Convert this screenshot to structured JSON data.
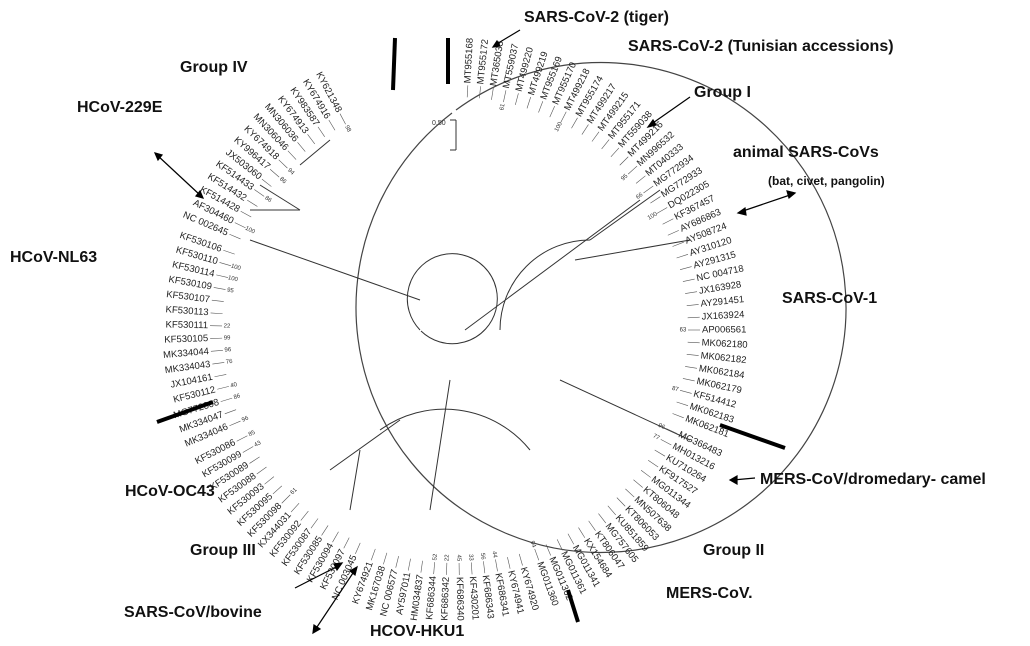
{
  "figure": {
    "scale_bar_label": "0.50"
  },
  "labels": {
    "sars_cov2_tiger": "SARS-CoV-2 (tiger)",
    "sars_cov2_tunisian": "SARS-CoV-2 (Tunisian accessions)",
    "group_1": "Group I",
    "animal_sars": "animal SARS-CoVs",
    "animal_sars_hosts": "(bat, civet, pangolin)",
    "sars_cov1": "SARS-CoV-1",
    "mers_camel": "MERS-CoV/dromedary- camel",
    "group_2": "Group II",
    "mers": "MERS-CoV.",
    "hcov_hku1": "HCOV-HKU1",
    "sars_bovine": "SARS-CoV/bovine",
    "group_3": "Group III",
    "hcov_oc43": "HCoV-OC43",
    "hcov_nl63": "HCoV-NL63",
    "hcov_229e": "HCoV-229E",
    "group_4": "Group IV"
  },
  "leaves": [
    {
      "name": "MT955168",
      "angle": -87,
      "boot": ""
    },
    {
      "name": "MT955172",
      "angle": -84,
      "boot": ""
    },
    {
      "name": "MT365033",
      "angle": -81,
      "boot": ""
    },
    {
      "name": "MT559037",
      "angle": -78,
      "boot": "61"
    },
    {
      "name": "MT499220",
      "angle": -75,
      "boot": ""
    },
    {
      "name": "MT499219",
      "angle": -72,
      "boot": ""
    },
    {
      "name": "MT955169",
      "angle": -69,
      "boot": ""
    },
    {
      "name": "MT955170",
      "angle": -66,
      "boot": ""
    },
    {
      "name": "MT499218",
      "angle": -63,
      "boot": "100"
    },
    {
      "name": "MT955174",
      "angle": -60,
      "boot": ""
    },
    {
      "name": "MT499217",
      "angle": -57,
      "boot": ""
    },
    {
      "name": "MT499215",
      "angle": -54,
      "boot": ""
    },
    {
      "name": "MT955171",
      "angle": -51,
      "boot": ""
    },
    {
      "name": "MT559038",
      "angle": -48,
      "boot": ""
    },
    {
      "name": "MT499216",
      "angle": -45,
      "boot": ""
    },
    {
      "name": "MN996532",
      "angle": -42,
      "boot": "95"
    },
    {
      "name": "MT040333",
      "angle": -39,
      "boot": ""
    },
    {
      "name": "MG772934",
      "angle": -36,
      "boot": "66"
    },
    {
      "name": "MG772933",
      "angle": -33,
      "boot": ""
    },
    {
      "name": "DQ022305",
      "angle": -30,
      "boot": "100"
    },
    {
      "name": "KF367457",
      "angle": -27,
      "boot": ""
    },
    {
      "name": "AY686863",
      "angle": -24,
      "boot": ""
    },
    {
      "name": "AY508724",
      "angle": -21,
      "boot": ""
    },
    {
      "name": "AY310120",
      "angle": -18,
      "boot": ""
    },
    {
      "name": "AY291315",
      "angle": -15,
      "boot": ""
    },
    {
      "name": "NC 004718",
      "angle": -12,
      "boot": ""
    },
    {
      "name": "JX163928",
      "angle": -9,
      "boot": ""
    },
    {
      "name": "AY291451",
      "angle": -6,
      "boot": ""
    },
    {
      "name": "JX163924",
      "angle": -3,
      "boot": ""
    },
    {
      "name": "AP006561",
      "angle": 0,
      "boot": "63"
    },
    {
      "name": "MK062180",
      "angle": 3,
      "boot": ""
    },
    {
      "name": "MK062182",
      "angle": 6,
      "boot": ""
    },
    {
      "name": "MK062184",
      "angle": 9,
      "boot": ""
    },
    {
      "name": "MK062179",
      "angle": 12,
      "boot": ""
    },
    {
      "name": "KF514412",
      "angle": 15,
      "boot": "87"
    },
    {
      "name": "MK062183",
      "angle": 18,
      "boot": ""
    },
    {
      "name": "MK062181",
      "angle": 21,
      "boot": ""
    },
    {
      "name": "MG366483",
      "angle": 25,
      "boot": "96"
    },
    {
      "name": "MH013216",
      "angle": 28,
      "boot": "77"
    },
    {
      "name": "KU710264",
      "angle": 31,
      "boot": ""
    },
    {
      "name": "KF917527",
      "angle": 34,
      "boot": ""
    },
    {
      "name": "MG011344",
      "angle": 37,
      "boot": ""
    },
    {
      "name": "KT806048",
      "angle": 40,
      "boot": ""
    },
    {
      "name": "MN507638",
      "angle": 43,
      "boot": ""
    },
    {
      "name": "KT806053",
      "angle": 46,
      "boot": ""
    },
    {
      "name": "KU851859",
      "angle": 49,
      "boot": ""
    },
    {
      "name": "MG757605",
      "angle": 52,
      "boot": ""
    },
    {
      "name": "KT806047",
      "angle": 55,
      "boot": ""
    },
    {
      "name": "KX154684",
      "angle": 58,
      "boot": ""
    },
    {
      "name": "MG011341",
      "angle": 61,
      "boot": ""
    },
    {
      "name": "MG011361",
      "angle": 64,
      "boot": ""
    },
    {
      "name": "MG011362",
      "angle": 67,
      "boot": ""
    },
    {
      "name": "MG011360",
      "angle": 70,
      "boot": "94"
    },
    {
      "name": "KY674920",
      "angle": 74,
      "boot": ""
    },
    {
      "name": "KY674941",
      "angle": 77,
      "boot": ""
    },
    {
      "name": "KF686341",
      "angle": 80,
      "boot": "44"
    },
    {
      "name": "KF686343",
      "angle": 83,
      "boot": "56"
    },
    {
      "name": "KF430201",
      "angle": 86,
      "boot": "33"
    },
    {
      "name": "KF686340",
      "angle": 89,
      "boot": "45"
    },
    {
      "name": "KF686342",
      "angle": 92,
      "boot": "22"
    },
    {
      "name": "KF686344",
      "angle": 95,
      "boot": "52"
    },
    {
      "name": "HM034837",
      "angle": 98,
      "boot": ""
    },
    {
      "name": "AY597011",
      "angle": 101,
      "boot": ""
    },
    {
      "name": "NC 006577",
      "angle": 104,
      "boot": ""
    },
    {
      "name": "MK167038",
      "angle": 107,
      "boot": ""
    },
    {
      "name": "KY674921",
      "angle": 110,
      "boot": ""
    },
    {
      "name": "NC 003045",
      "angle": 114,
      "boot": ""
    },
    {
      "name": "KF530097",
      "angle": 117,
      "boot": ""
    },
    {
      "name": "KF530094",
      "angle": 120,
      "boot": ""
    },
    {
      "name": "KF530085",
      "angle": 123,
      "boot": ""
    },
    {
      "name": "KF530087",
      "angle": 126,
      "boot": ""
    },
    {
      "name": "KF530092",
      "angle": 129,
      "boot": ""
    },
    {
      "name": "KX344031",
      "angle": 132,
      "boot": ""
    },
    {
      "name": "KF530098",
      "angle": 135,
      "boot": "61"
    },
    {
      "name": "KF530095",
      "angle": 138,
      "boot": ""
    },
    {
      "name": "KF530093",
      "angle": 141,
      "boot": ""
    },
    {
      "name": "KF530088",
      "angle": 144,
      "boot": ""
    },
    {
      "name": "KF530089",
      "angle": 147,
      "boot": ""
    },
    {
      "name": "KF530099",
      "angle": 150,
      "boot": "43"
    },
    {
      "name": "KF530086",
      "angle": 153,
      "boot": "85"
    },
    {
      "name": "MK334046",
      "angle": 157,
      "boot": "96"
    },
    {
      "name": "MK334047",
      "angle": 160,
      "boot": ""
    },
    {
      "name": "MG772808",
      "angle": 163,
      "boot": "86"
    },
    {
      "name": "KF530112",
      "angle": 166,
      "boot": "40"
    },
    {
      "name": "JX104161",
      "angle": 169,
      "boot": ""
    },
    {
      "name": "MK334043",
      "angle": 172,
      "boot": "76"
    },
    {
      "name": "MK334044",
      "angle": 175,
      "boot": "96"
    },
    {
      "name": "KF530105",
      "angle": 178,
      "boot": "99"
    },
    {
      "name": "KF530111",
      "angle": 181,
      "boot": "22"
    },
    {
      "name": "KF530113",
      "angle": 184,
      "boot": ""
    },
    {
      "name": "KF530107",
      "angle": 187,
      "boot": ""
    },
    {
      "name": "KF530109",
      "angle": 190,
      "boot": "95"
    },
    {
      "name": "KF530114",
      "angle": 193,
      "boot": "100"
    },
    {
      "name": "KF530110",
      "angle": 196,
      "boot": "100"
    },
    {
      "name": "KF530106",
      "angle": 199,
      "boot": ""
    },
    {
      "name": "NC 002645",
      "angle": 203,
      "boot": ""
    },
    {
      "name": "AF304460",
      "angle": 206,
      "boot": "100"
    },
    {
      "name": "KF514428",
      "angle": 209,
      "boot": ""
    },
    {
      "name": "KF514432",
      "angle": 212,
      "boot": ""
    },
    {
      "name": "KF514433",
      "angle": 215,
      "boot": "86"
    },
    {
      "name": "JX503060",
      "angle": 218,
      "boot": ""
    },
    {
      "name": "KY996417",
      "angle": 221,
      "boot": "86"
    },
    {
      "name": "KY674918",
      "angle": 224,
      "boot": "94"
    },
    {
      "name": "MN306046",
      "angle": 227,
      "boot": ""
    },
    {
      "name": "MN306036",
      "angle": 230,
      "boot": ""
    },
    {
      "name": "KY674913",
      "angle": 233,
      "boot": ""
    },
    {
      "name": "KY983587",
      "angle": 236,
      "boot": ""
    },
    {
      "name": "KY674916",
      "angle": 239,
      "boot": ""
    },
    {
      "name": "KY621348",
      "angle": 242,
      "boot": "98"
    }
  ]
}
